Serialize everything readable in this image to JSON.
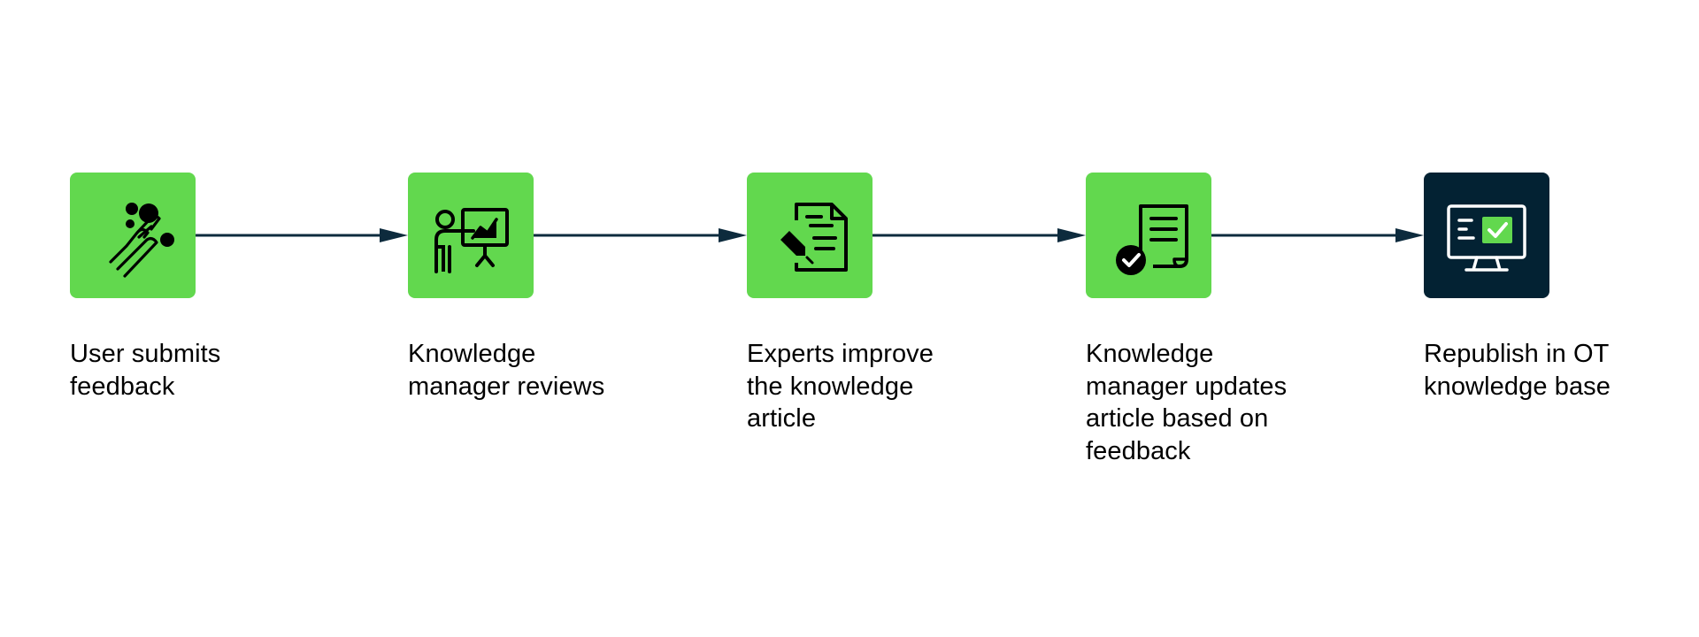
{
  "diagram": {
    "colors": {
      "tile_green": "#62d84e",
      "tile_navy": "#032233",
      "connector": "#0d2b3d",
      "icon_dark": "#000000",
      "icon_light": "#ffffff",
      "text": "#000000"
    },
    "steps": [
      {
        "icon": "hand-touch-icon",
        "label": "User submits feedback",
        "lines": [
          "User submits",
          "feedback"
        ]
      },
      {
        "icon": "presenter-board-icon",
        "label": "Knowledge manager reviews",
        "lines": [
          "Knowledge",
          "manager reviews"
        ]
      },
      {
        "icon": "document-edit-icon",
        "label": "Experts improve the knowledge article",
        "lines": [
          "Experts improve",
          "the knowledge",
          "article"
        ]
      },
      {
        "icon": "document-approved-icon",
        "label": "Knowledge manager updates article based on feedback",
        "lines": [
          "Knowledge",
          "manager updates",
          "article based on",
          "feedback"
        ]
      },
      {
        "icon": "monitor-check-icon",
        "label": "Republish in OT knowledge base",
        "lines": [
          "Republish in OT",
          "knowledge base"
        ]
      }
    ]
  }
}
